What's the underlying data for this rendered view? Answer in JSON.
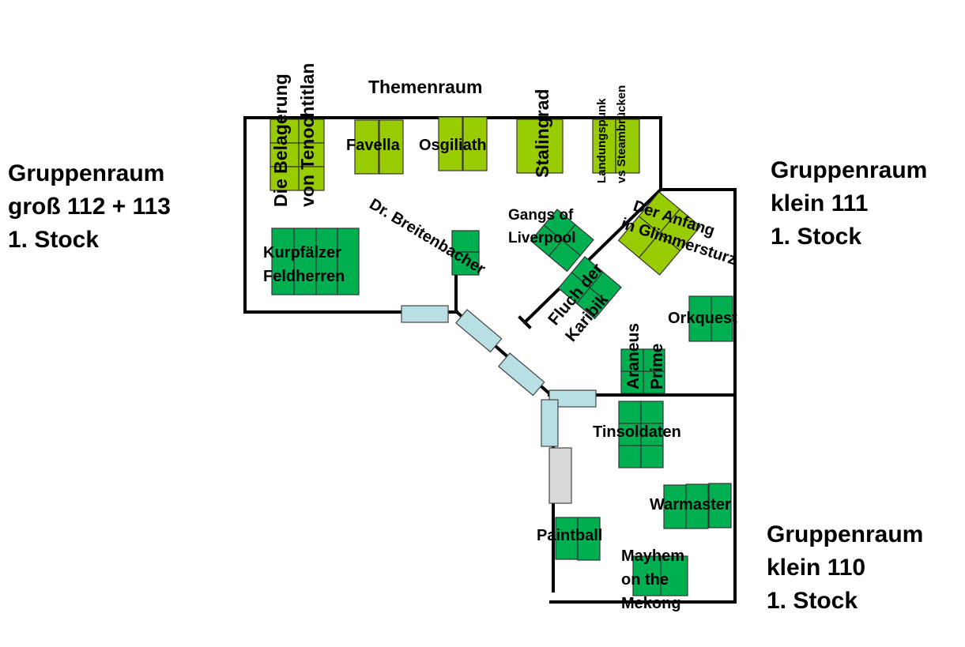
{
  "rooms": {
    "gross": {
      "lines": [
        "Gruppenraum",
        "groß 112 + 113",
        "1. Stock"
      ]
    },
    "klein111": {
      "lines": [
        "Gruppenraum",
        "klein 111",
        "1. Stock"
      ]
    },
    "klein110": {
      "lines": [
        "Gruppenraum",
        "klein 110",
        "1. Stock"
      ]
    },
    "themenraum": "Themenraum"
  },
  "tables": {
    "belagerung": {
      "lines": [
        "Die Belagerung",
        "von Tenochtitlan"
      ],
      "color": "#99cc00"
    },
    "favella": {
      "label": "Favella",
      "color": "#99cc00"
    },
    "osgiliath": {
      "label": "Osgiliath",
      "color": "#99cc00"
    },
    "stalingrad": {
      "label": "Stalingrad",
      "color": "#99cc00"
    },
    "landungspunkt": {
      "lines": [
        "Landungspunk",
        "vs Steambrücken"
      ],
      "color": "#99cc00"
    },
    "kurpfaelzer": {
      "lines": [
        "Kurpfälzer",
        "Feldherren"
      ],
      "color": "#00b050"
    },
    "breitenbacher": {
      "label": "Dr. Breitenbacher",
      "color": "#00b050"
    },
    "gangs": {
      "lines": [
        "Gangs of",
        "Liverpool"
      ],
      "color": "#00b050"
    },
    "fluch": {
      "lines": [
        "Fluch der",
        "Karibik"
      ],
      "color": "#00b050"
    },
    "anfang": {
      "lines": [
        "Der Anfang",
        "in Glimmersturz"
      ],
      "color": "#99cc00"
    },
    "orkquest": {
      "label": "Orkquest",
      "color": "#00b050"
    },
    "araneus": {
      "lines": [
        "Araneus",
        "Prime"
      ],
      "color": "#00b050"
    },
    "tinsoldaten": {
      "label": "Tinsoldaten",
      "color": "#00b050"
    },
    "warmaster": {
      "label": "Warmaster",
      "color": "#00b050"
    },
    "paintball": {
      "label": "Paintball",
      "color": "#00b050"
    },
    "mayhem": {
      "lines": [
        "Mayhem",
        "on the",
        "Mekong"
      ],
      "color": "#00b050"
    }
  },
  "colors": {
    "light_green": "#99cc00",
    "dark_green": "#00b050",
    "door": "#b8dfe3",
    "door_grey": "#d9d9d9",
    "wall": "#000000"
  }
}
